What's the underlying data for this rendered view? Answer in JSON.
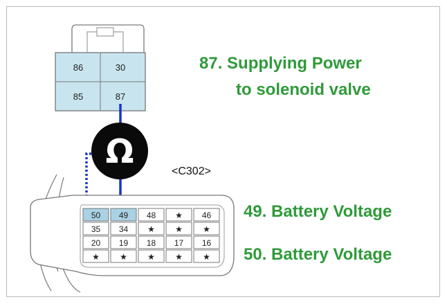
{
  "relay": {
    "pins": [
      [
        "86",
        "30"
      ],
      [
        "85",
        "87"
      ]
    ]
  },
  "meter": {
    "symbol": "Ω"
  },
  "connector": {
    "label": "<C302>",
    "rows": [
      [
        "50",
        "49",
        "48",
        "★",
        "46"
      ],
      [
        "35",
        "34",
        "★",
        "★",
        "★"
      ],
      [
        "20",
        "19",
        "18",
        "17",
        "16"
      ],
      [
        "★",
        "★",
        "★",
        "★",
        "★"
      ]
    ],
    "highlighted": [
      "50",
      "49"
    ]
  },
  "annotations": {
    "pin87_line1": "87. Supplying Power",
    "pin87_line2": "to solenoid valve",
    "pin49": "49. Battery Voltage",
    "pin50": "50. Battery Voltage"
  },
  "colors": {
    "annotation_text": "#2f9a3a",
    "wire": "#1836c8",
    "relay_fill": "#c8e4ef",
    "highlight_fill": "#a9d2e4"
  }
}
